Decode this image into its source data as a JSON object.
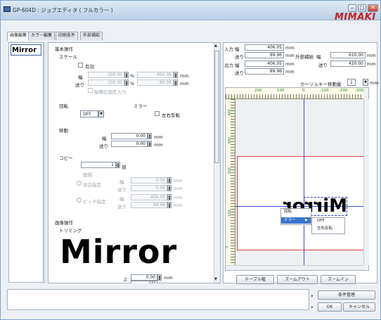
{
  "window": {
    "title": "GP-604D : ジョブエディタ ( フルカラー )",
    "brand": "MIMAKI",
    "controls": [
      "‒",
      "□",
      "✕"
    ]
  },
  "tabs": [
    {
      "label": "画像編集"
    },
    {
      "label": "カラー編集"
    },
    {
      "label": "印刷条件"
    },
    {
      "label": "外部補給"
    }
  ],
  "thumbnail": {
    "label": "Mirror"
  },
  "settings": {
    "basic_header": "基本操作",
    "scale": {
      "header": "スケール",
      "enable_label": "有効",
      "width_label": "幅",
      "width_pct": "100.00",
      "width_mm": "406.05",
      "feed_label": "送り",
      "feed_pct": "100.00",
      "feed_mm": "89.96",
      "pct_unit": "%",
      "mm_unit": "mm",
      "fix_ratio_label": "縦横比固定入力"
    },
    "rotate": {
      "label": "回転",
      "value": "OFF"
    },
    "mirror": {
      "label": "ミラー",
      "check_label": "左右反転"
    },
    "move": {
      "label": "移動",
      "width_label": "幅",
      "width_value": "0.00",
      "feed_label": "送り",
      "feed_value": "0.00",
      "unit": "mm"
    },
    "copy": {
      "label": "コピー",
      "count": "1",
      "count_unit": "部",
      "interval_label": "間隔",
      "interval_mode": "余白指定",
      "int_w_label": "幅",
      "int_w": "0.00",
      "int_f_label": "送り",
      "int_f": "0.00",
      "pitch_mode": "ピッチ指定",
      "pitch_w_label": "幅",
      "pitch_w": "406.05",
      "pitch_f_label": "送り",
      "pitch_f": "89.96",
      "unit": "mm"
    },
    "image_ops_header": "画像操作",
    "trimming": {
      "label": "トリミング",
      "preview_text": "Mirror",
      "top_label": "上",
      "top_value": "0.00",
      "bottom_value": "0.00",
      "unit": "mm"
    }
  },
  "info": {
    "input_label": "入力",
    "output_label": "出力",
    "width_label": "幅",
    "feed_label": "送り",
    "input_w": "406.05",
    "input_f": "89.96",
    "output_w": "406.05",
    "output_f": "89.96",
    "outer_label": "外部補給",
    "outer_w_label": "幅",
    "outer_w": "610.00",
    "outer_f_label": "送り",
    "outer_f": "420.00",
    "unit": "mm",
    "cursor_label": "カーソルキー移動量",
    "cursor_value": "1",
    "cursor_unit": "mm"
  },
  "canvas": {
    "ruler_labels": [
      "200",
      "100",
      "0",
      "-100",
      "-200",
      "-300"
    ],
    "vruler_labels": [
      "400",
      "300",
      "200",
      "100",
      "0"
    ],
    "image_text": "Mirror",
    "context_menu": {
      "items": [
        "回転",
        "ミラー"
      ],
      "submenu": [
        "OFF",
        "左右反転"
      ]
    },
    "accent": "#c81e1e"
  },
  "canvas_buttons": [
    "テーブル幅",
    "ズームアウト",
    "ズームイン"
  ],
  "footer": {
    "condition_button": "条件管理",
    "ok_button": "OK",
    "cancel_button": "キャンセル"
  }
}
